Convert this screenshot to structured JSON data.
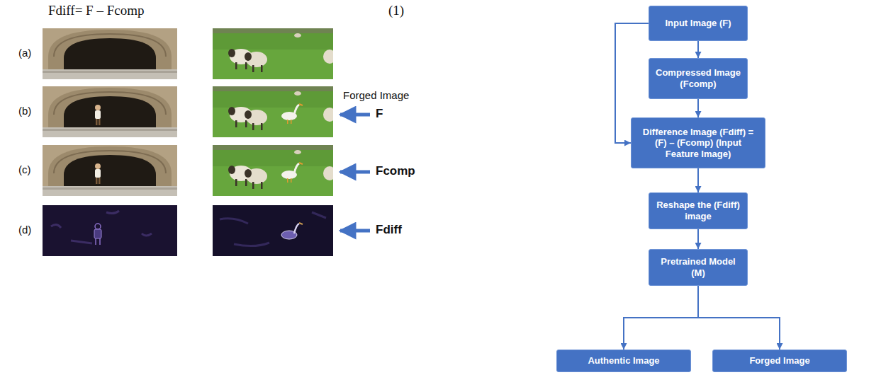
{
  "diagram": {
    "nodes": [
      {
        "text": [
          "Input Image (F)"
        ]
      },
      {
        "text": [
          "Compressed Image (Fcomp)"
        ]
      },
      {
        "text": [
          "Difference Image (Fdiff) = (F) – (Fcomp) (Input Feature Image)"
        ]
      },
      {
        "text": [
          "Reshape the (Fdiff) image"
        ]
      },
      {
        "text": [
          "Pretrained Model (M)"
        ]
      },
      {
        "text": [
          "Authentic Image"
        ]
      },
      {
        "text": [
          "Forged Image"
        ]
      }
    ],
    "edges": [
      {
        "from": 0,
        "to": 1,
        "arrow": "to"
      },
      {
        "from": 0,
        "to": 2,
        "arrow": "to"
      },
      {
        "from": 1,
        "to": 2,
        "arrow": "to"
      },
      {
        "from": 2,
        "to": 3,
        "arrow": "to"
      },
      {
        "from": 3,
        "to": 4,
        "arrow": "to"
      },
      {
        "from": 4,
        "to": 5,
        "arrow": "to"
      },
      {
        "from": 4,
        "to": 6,
        "arrow": "to"
      }
    ],
    "labels": [
      "Fdiff= F – Fcomp",
      "(1)",
      "(a)",
      "(b)",
      "(c)",
      "(d)",
      "Forged Image",
      "F",
      "Fcomp",
      "Fdiff"
    ]
  }
}
